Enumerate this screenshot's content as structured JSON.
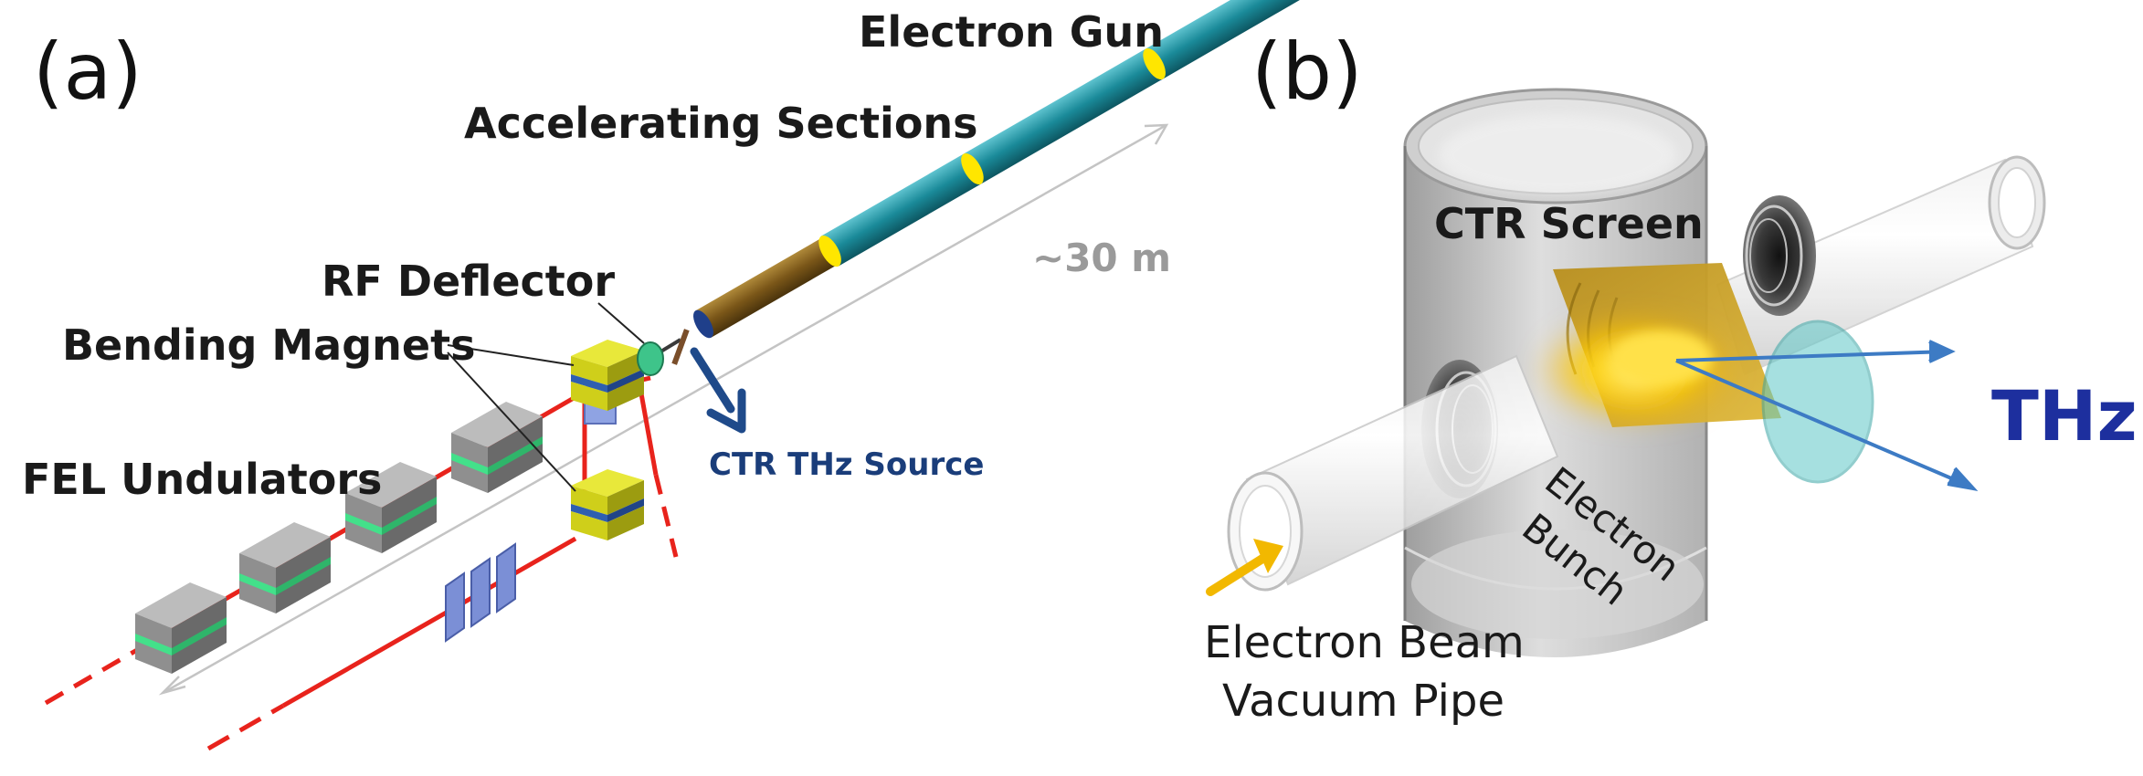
{
  "panel_a": {
    "letter": "(a)",
    "labels": {
      "electron_gun": "Electron Gun",
      "accelerating_sections": "Accelerating Sections",
      "distance": "~30 m",
      "rf_deflector": "RF Deflector",
      "bending_magnets": "Bending Magnets",
      "fel_undulators": "FEL Undulators",
      "ctr_thz_source": "CTR THz Source"
    },
    "colors": {
      "gun": "#6b2f1d",
      "accelerator": "#1a8a99",
      "accelerator_brown": "#7a5618",
      "ring": "#ffe600",
      "beamline": "#e8231c",
      "undulator": "#8f8f8f",
      "undulator_pole": "#43e08a",
      "magnet": "#cfcf1a",
      "magnet_stripe": "#2f5fb0",
      "ctr_arrow": "#1f4a8a",
      "chicane_plate": "#7b8fd6"
    }
  },
  "panel_b": {
    "letter": "(b)",
    "labels": {
      "ctr_screen": "CTR Screen",
      "electron_bunch_line1": "Electron",
      "electron_bunch_line2": "Bunch",
      "thz": "THz",
      "vacuum_pipe_line1": "Electron Beam",
      "vacuum_pipe_line2": "Vacuum Pipe"
    },
    "colors": {
      "screen": "#c9a428",
      "bunch": "#ffd400",
      "thz_arrow": "#3d7bc4",
      "window": "#5ec8c8",
      "beam_arrow": "#f2b800",
      "chamber": "#9a9a9a"
    }
  }
}
